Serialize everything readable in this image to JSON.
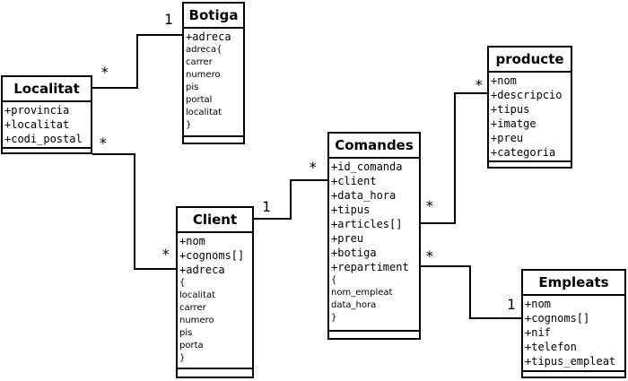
{
  "classes": {
    "botiga": {
      "name": "Botiga",
      "attrs": [
        "+adreca"
      ],
      "details": [
        "adreca{",
        "carrer",
        "numero",
        "pis",
        "portal",
        "localitat",
        "}"
      ]
    },
    "localitat": {
      "name": "Localitat",
      "attrs": [
        "+provincia",
        "+localitat",
        "+codi_postal"
      ]
    },
    "producte": {
      "name": "producte",
      "attrs": [
        "+nom",
        "+descripcio",
        "+tipus",
        "+imatge",
        "+preu",
        "+categoria"
      ]
    },
    "comandes": {
      "name": "Comandes",
      "attrs": [
        "+id_comanda",
        "+client",
        "+data_hora",
        "+tipus",
        "+articles[]",
        "+preu",
        "+botiga",
        "+repartiment"
      ],
      "details": [
        "{",
        "nom_empleat",
        "data_hora",
        "}"
      ]
    },
    "client": {
      "name": "Client",
      "attrs": [
        "+nom",
        "+cognoms[]",
        "+adreca"
      ],
      "details": [
        "{",
        "localitat",
        "carrer",
        "numero",
        "pis",
        "porta",
        "}"
      ]
    },
    "empleats": {
      "name": "Empleats",
      "attrs": [
        "+nom",
        "+cognoms[]",
        "+nif",
        "+telefon",
        "+tipus_empleat"
      ]
    }
  },
  "multiplicities": {
    "botiga_end": "1",
    "localitat_to_botiga": "*",
    "localitat_to_client": "*",
    "client_from_localitat": "*",
    "client_to_comandes": "1",
    "comandes_from_client": "*",
    "comandes_to_producte": "*",
    "producte_end": "*",
    "comandes_to_empleats": "*",
    "empleats_end": "1"
  }
}
